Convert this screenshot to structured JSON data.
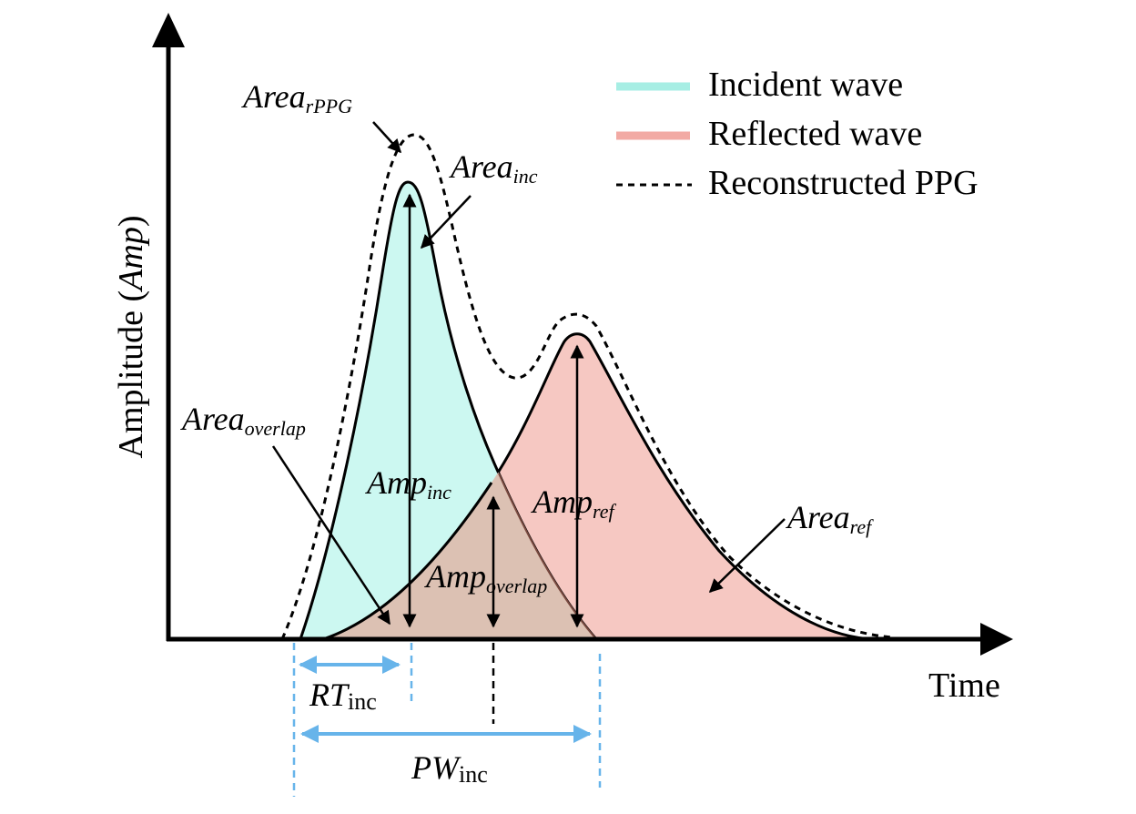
{
  "colors": {
    "incident": "#ccf8f1",
    "reflected": "#f6c8c2",
    "overlap": "#dcc1b3",
    "incident_legend": "#a7eee4",
    "reflected_legend": "#f2aaa4",
    "axis": "#000000",
    "marker_blue": "#67b4ea"
  },
  "axes": {
    "y_label_main": "Amplitude (",
    "y_label_var": "Amp",
    "y_label_close": ")",
    "x_label": "Time"
  },
  "legend": [
    {
      "key": "incident",
      "label": "Incident wave",
      "style": "cyan-band"
    },
    {
      "key": "reflected",
      "label": "Reflected wave",
      "style": "pink-band"
    },
    {
      "key": "reconstructed",
      "label": "Reconstructed PPG",
      "style": "dashed-line"
    }
  ],
  "annotations": {
    "area_rppg": {
      "base": "Area",
      "sub": "rPPG"
    },
    "area_inc": {
      "base": "Area",
      "sub": "inc"
    },
    "area_overlap": {
      "base": "Area",
      "sub": "overlap"
    },
    "area_ref": {
      "base": "Area",
      "sub": "ref"
    },
    "amp_inc": {
      "base": "Amp",
      "sub": "inc"
    },
    "amp_ref": {
      "base": "Amp",
      "sub": "ref"
    },
    "amp_overlap": {
      "base": "Amp",
      "sub": "overlap"
    },
    "rt_inc": {
      "base": "RT",
      "sub": "inc"
    },
    "pw_inc": {
      "base": "PW",
      "sub": "inc"
    }
  }
}
